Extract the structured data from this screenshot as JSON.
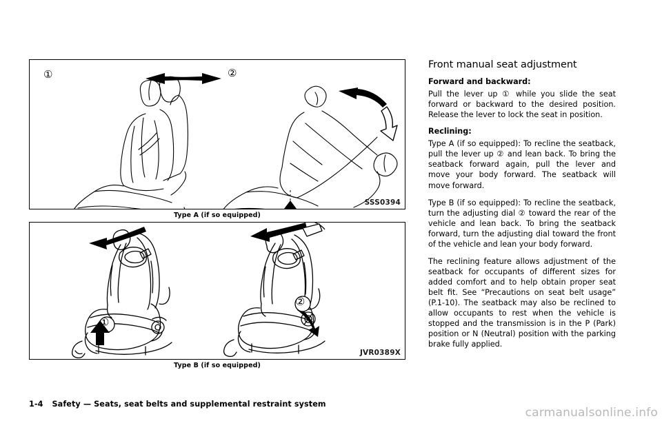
{
  "document": {
    "footer": {
      "page_number": "1-4",
      "section_title": "Safety — Seats, seat belts and supplemental restraint system"
    },
    "watermark": "carmanualsonline.info"
  },
  "figures": [
    {
      "id_label": "SSS0394",
      "caption": "Type A (if so equipped)",
      "callouts": [
        {
          "symbol": "①",
          "meaning": "seat-slide-lever"
        },
        {
          "symbol": "②",
          "meaning": "recline-lever"
        }
      ],
      "illustration_name": "standard-front-seat-line-drawing"
    },
    {
      "id_label": "JVR0389X",
      "caption": "Type B (if so equipped)",
      "callouts": [
        {
          "symbol": "①",
          "meaning": "seat-slide-lever"
        },
        {
          "symbol": "②",
          "meaning": "reclining-adjusting-dial"
        }
      ],
      "illustration_name": "sport-front-seat-line-drawing"
    }
  ],
  "text": {
    "section_title": "Front manual seat adjustment",
    "forward_heading": "Forward and backward:",
    "forward_body": "Pull the lever up ① while you slide the seat forward or backward to the desired posi­tion. Release the lever to lock the seat in position.",
    "reclining_heading": "Reclining:",
    "type_a_body": "Type A (if so equipped): To recline the seatback, pull the lever up ② and lean back. To bring the seatback forward again, pull the lever and move your body forward. The seatback will move forward.",
    "type_b_body": "Type B (if so equipped): To recline the seatback, turn the adjusting dial ② to­ward the rear of the vehicle and lean back. To bring the seatback forward, turn the adjusting dial toward the front of the vehicle and lean your body forward.",
    "reclining_feature_body": "The reclining feature allows adjustment of the seatback for occupants of different sizes for added comfort and to help obtain proper seat belt fit. See “Precau­tions on seat belt usage” (P.1-10). The seatback may also be reclined to allow occupants to rest when the vehicle is stopped and the transmission is in the P (Park) position or N (Neutral) position with the parking brake fully applied."
  },
  "colors": {
    "page_background": "#ffffff",
    "text": "#000000",
    "figure_border": "#000000",
    "watermark": "#b9b9b9"
  }
}
